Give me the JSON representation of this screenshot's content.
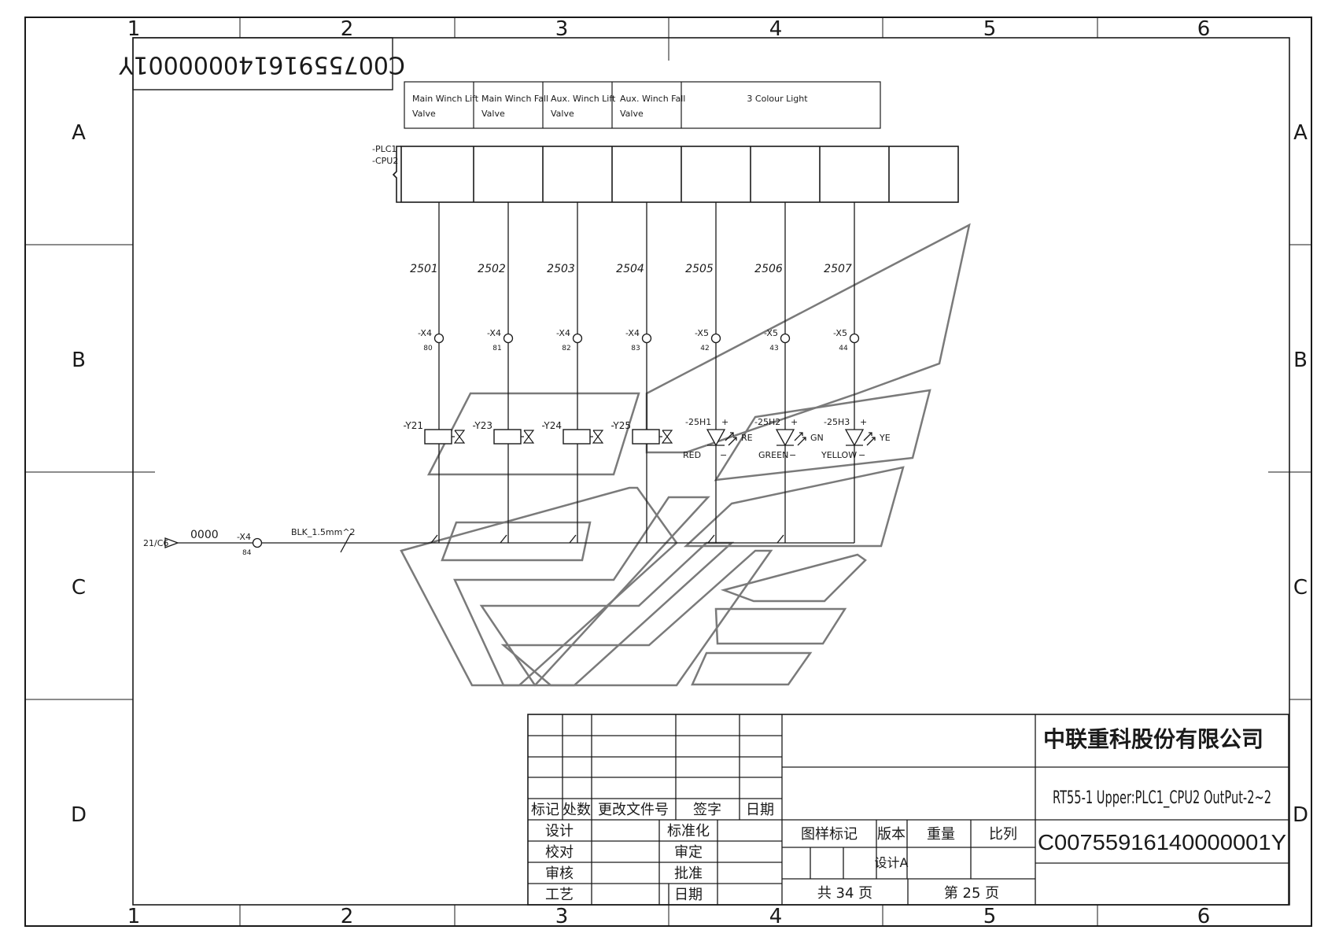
{
  "frame": {
    "columns": [
      "1",
      "2",
      "3",
      "4",
      "5",
      "6"
    ],
    "rows": [
      "A",
      "B",
      "C",
      "D"
    ]
  },
  "corner_code": "C00755916140000001Y",
  "header_boxes": [
    {
      "line1": "Main Winch Lift",
      "line2": "Valve"
    },
    {
      "line1": "Main Winch Fall",
      "line2": "Valve"
    },
    {
      "line1": "Aux. Winch Lift",
      "line2": "Valve"
    },
    {
      "line1": "Aux. Winch Fall",
      "line2": "Valve"
    },
    {
      "line1": "3 Colour Light",
      "line2": ""
    }
  ],
  "plc": {
    "line1": "-PLC1",
    "line2": "-CPU2"
  },
  "wires": [
    "2501",
    "2502",
    "2503",
    "2504",
    "2505",
    "2506",
    "2507"
  ],
  "terminals": [
    {
      "tag": "-X4",
      "num": "80"
    },
    {
      "tag": "-X4",
      "num": "81"
    },
    {
      "tag": "-X4",
      "num": "82"
    },
    {
      "tag": "-X4",
      "num": "83"
    },
    {
      "tag": "-X5",
      "num": "42"
    },
    {
      "tag": "-X5",
      "num": "43"
    },
    {
      "tag": "-X5",
      "num": "44"
    }
  ],
  "valves": [
    "-Y21",
    "-Y23",
    "-Y24",
    "-Y25"
  ],
  "lights": [
    {
      "tag": "-25H1",
      "code": "RE",
      "color_name": "RED",
      "plus": "+",
      "minus": "−"
    },
    {
      "tag": "-25H2",
      "code": "GN",
      "color_name": "GREEN",
      "plus": "+",
      "minus": "−"
    },
    {
      "tag": "-25H3",
      "code": "YE",
      "color_name": "YELLOW",
      "plus": "+",
      "minus": "−"
    }
  ],
  "return_line": {
    "ref": "21/C6",
    "wire": "0000",
    "terminal_tag": "-X4",
    "terminal_num": "84",
    "cable": "BLK_1.5mm^2"
  },
  "title_block": {
    "company": "中联重科股份有限公司",
    "drawing_title": "RT55-1 Upper:PLC1_CPU2 OutPut-2~2",
    "drawing_number": "C00755916140000001Y",
    "rev_headers": [
      "标记",
      "处数",
      "更改文件号",
      "签字",
      "日期"
    ],
    "labels": {
      "design": "设计",
      "check": "校对",
      "review": "审核",
      "process": "工艺",
      "standard": "标准化",
      "approve_check": "审定",
      "approve": "批准",
      "date": "日期",
      "sample_mark": "图样标记",
      "version": "版本",
      "weight": "重量",
      "scale": "比列",
      "version_value": "设计A",
      "total_pages": "共 34 页",
      "page": "第 25 页"
    }
  },
  "colors": {
    "line": "#1a1a1a",
    "watermark": "#7a7a7a"
  }
}
